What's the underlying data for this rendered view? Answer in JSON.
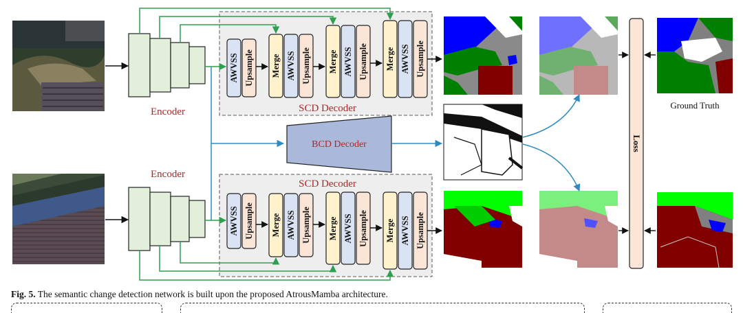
{
  "diagram": {
    "encoder_label": "Encoder",
    "scd_decoder_label": "SCD Decoder",
    "bcd_decoder_label": "BCD Decoder",
    "block_awvss": "AWVSS",
    "block_upsample": "Upsample",
    "block_merge": "Merge",
    "loss_label": "Loss",
    "ground_truth_label": "Ground Truth"
  },
  "caption": {
    "prefix": "Fig. 5.",
    "text": "The semantic change detection network is built upon the proposed AtrousMamba architecture."
  },
  "colors": {
    "encoder_fill": "#e2efda",
    "awvss_fill": "#dae3f3",
    "upsample_fill": "#fbe5d6",
    "merge_fill": "#fff2cc",
    "bcd_fill": "#aab9d9",
    "loss_fill": "#fbe5d6",
    "skip_arrow": "#2e9e4f",
    "bcd_arrow": "#2e8bc0",
    "label_red": "#a52a2a",
    "seg_blue": "#0000ff",
    "seg_green": "#008000",
    "seg_lightgreen": "#00ff00",
    "seg_maroon": "#800000",
    "seg_gray": "#808080"
  }
}
